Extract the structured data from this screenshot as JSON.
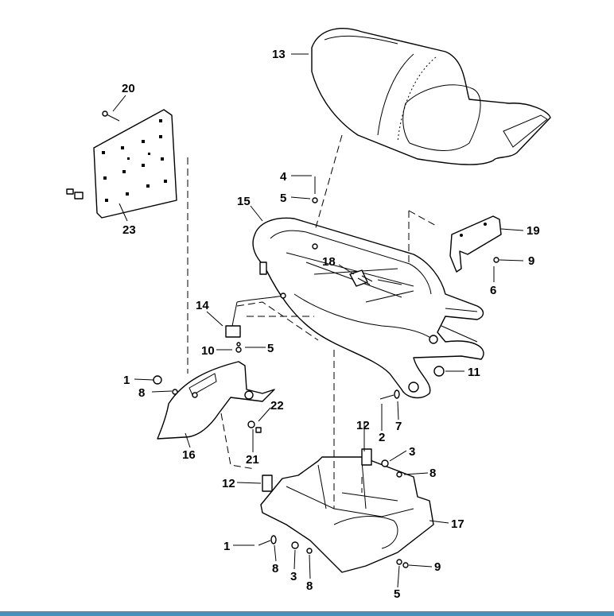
{
  "diagram": {
    "callouts": [
      "13",
      "20",
      "23",
      "4",
      "5",
      "15",
      "19",
      "9",
      "6",
      "18",
      "14",
      "10",
      "5",
      "11",
      "1",
      "8",
      "22",
      "7",
      "2",
      "16",
      "21",
      "12",
      "3",
      "8",
      "12",
      "17",
      "1",
      "8",
      "3",
      "8",
      "9",
      "5"
    ]
  },
  "colors": {
    "line": "#000000",
    "background": "#ffffff",
    "bottom_bar": "#4a8fb8"
  }
}
